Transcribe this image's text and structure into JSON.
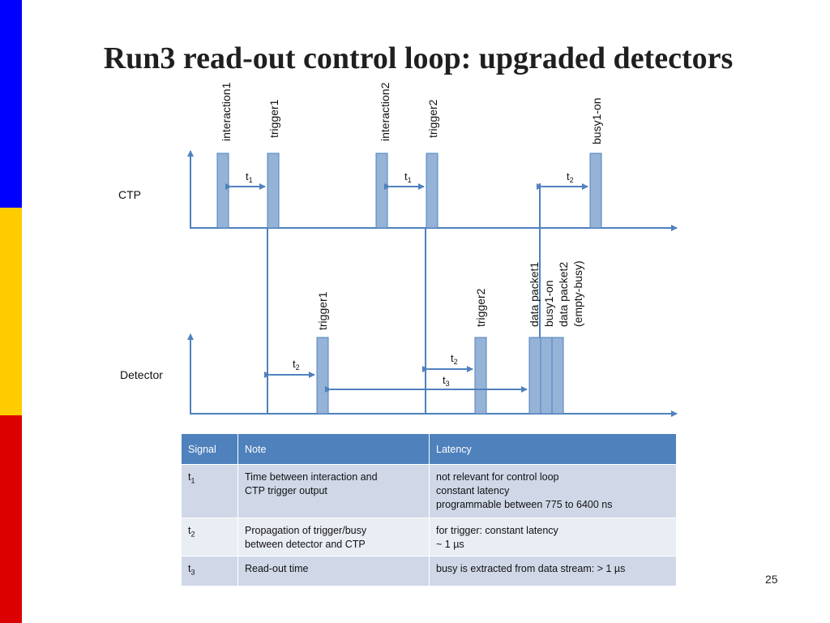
{
  "slide": {
    "title": "Run3 read-out control loop: upgraded detectors",
    "page_number": "25",
    "side_bar_colors": [
      "#0000ff",
      "#ffcc00",
      "#dd0000"
    ]
  },
  "diagram": {
    "row_labels": {
      "ctp": "CTP",
      "detector": "Detector"
    },
    "ctp_event_labels": [
      "interaction1",
      "trigger1",
      "interaction2",
      "trigger2",
      "busy1-on"
    ],
    "detector_event_labels": [
      "trigger1",
      "trigger2"
    ],
    "detector_packet_labels": [
      "data packet1",
      "busy1-on",
      "data packet2",
      "(empty-busy)"
    ],
    "intervals": {
      "ctp_t1_a": {
        "base": "t",
        "sub": "1"
      },
      "ctp_t1_b": {
        "base": "t",
        "sub": "1"
      },
      "ctp_t2": {
        "base": "t",
        "sub": "2"
      },
      "det_t2_a": {
        "base": "t",
        "sub": "2"
      },
      "det_t2_b": {
        "base": "t",
        "sub": "2"
      },
      "det_t3": {
        "base": "t",
        "sub": "3"
      }
    },
    "colors": {
      "bar_fill": "#95b3d7",
      "bar_stroke": "#4f81bd",
      "line": "#4f81bd"
    }
  },
  "table": {
    "headers": {
      "signal": "Signal",
      "note": "Note",
      "latency": "Latency"
    },
    "rows": [
      {
        "signal_base": "t",
        "signal_sub": "1",
        "note": [
          "Time between interaction and",
          "CTP trigger output"
        ],
        "latency": [
          "not relevant for control loop",
          "constant latency",
          "programmable between 775 to 6400 ns"
        ]
      },
      {
        "signal_base": "t",
        "signal_sub": "2",
        "note": [
          "Propagation of trigger/busy",
          "between detector and CTP"
        ],
        "latency": [
          "for trigger: constant latency",
          "~ 1 µs"
        ]
      },
      {
        "signal_base": "t",
        "signal_sub": "3",
        "note": [
          "Read-out time"
        ],
        "latency": [
          "busy is extracted from data stream: > 1 µs"
        ]
      }
    ]
  }
}
